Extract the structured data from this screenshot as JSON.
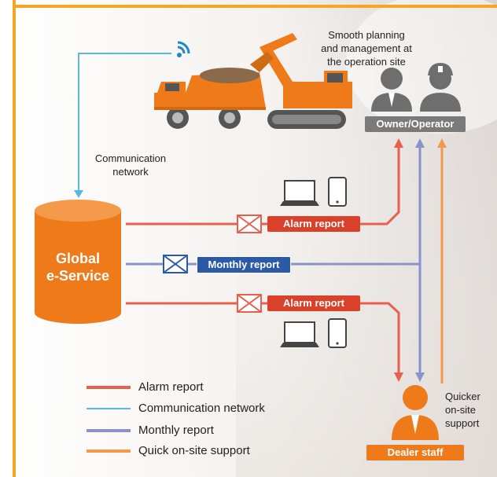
{
  "planning_note": "Smooth planning\nand management at\nthe operation site",
  "owner_label": "Owner/Operator",
  "communication_label": "Communication\nnetwork",
  "global_label": "Global\ne-Service",
  "alarm_tag_top": "Alarm report",
  "monthly_tag": "Monthly report",
  "alarm_tag_bottom": "Alarm report",
  "quicker_note": "Quicker\non-site\nsupport",
  "dealer_label": "Dealer staff",
  "legend": {
    "alarm": "Alarm report",
    "communication": "Communication network",
    "monthly": "Monthly report",
    "quick": "Quick on-site support"
  },
  "colors": {
    "frame": "#f5a623",
    "alarm": "#e8604c",
    "communication": "#5bb8e0",
    "monthly": "#8a93c9",
    "quick": "#f39a4a",
    "orange": "#ee7a1a",
    "gray_person": "#6e6e6e"
  }
}
